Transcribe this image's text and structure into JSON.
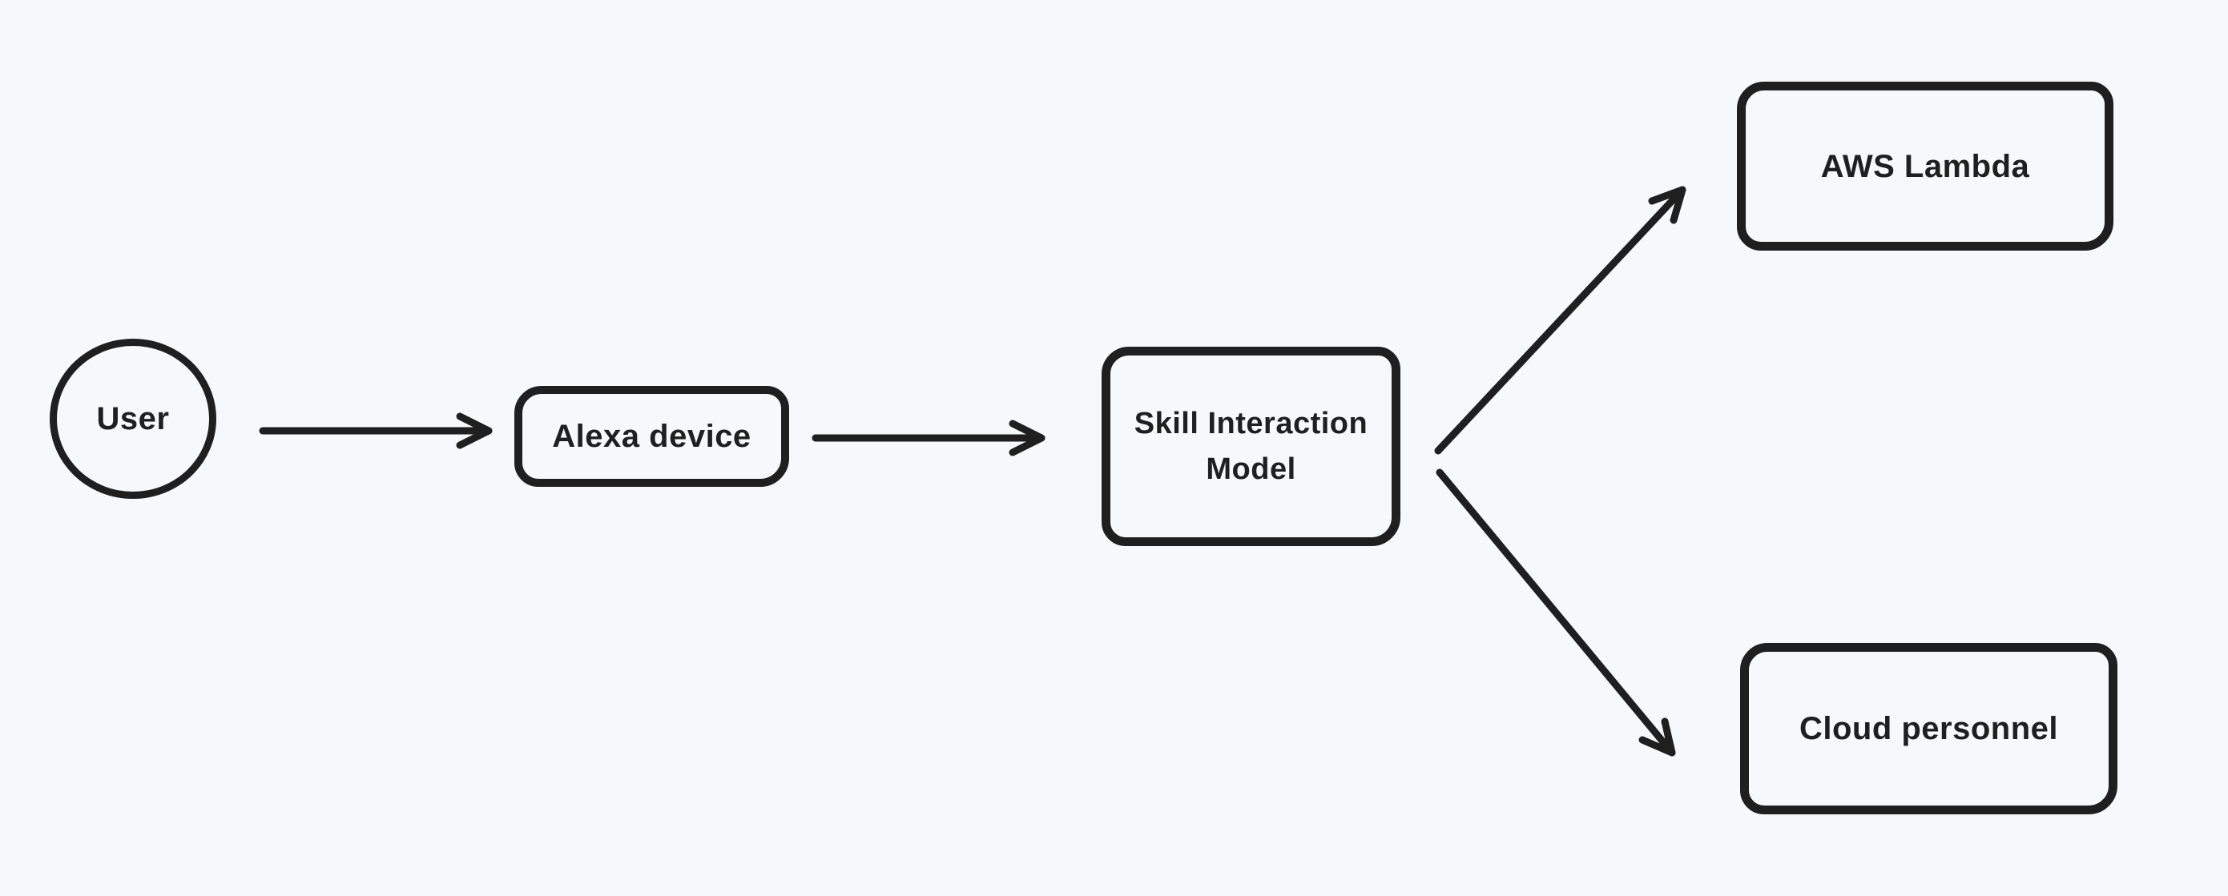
{
  "canvas": {
    "background": "#f6f8fa",
    "stroke_color": "#1f1f1f"
  },
  "nodes": [
    {
      "id": "user",
      "shape": "ellipse",
      "label": "User"
    },
    {
      "id": "alexa-device",
      "shape": "rectangle",
      "label": "Alexa device"
    },
    {
      "id": "skill-interaction-model",
      "shape": "rectangle",
      "label": "Skill Interaction Model"
    },
    {
      "id": "aws-lambda",
      "shape": "rectangle",
      "label": "AWS Lambda"
    },
    {
      "id": "cloud-personnel",
      "shape": "rectangle",
      "label": "Cloud personnel"
    }
  ],
  "edges": [
    {
      "from": "user",
      "to": "alexa-device",
      "type": "arrow"
    },
    {
      "from": "alexa-device",
      "to": "skill-interaction-model",
      "type": "arrow"
    },
    {
      "from": "skill-interaction-model",
      "to": "aws-lambda",
      "type": "arrow"
    },
    {
      "from": "skill-interaction-model",
      "to": "cloud-personnel",
      "type": "arrow"
    }
  ]
}
